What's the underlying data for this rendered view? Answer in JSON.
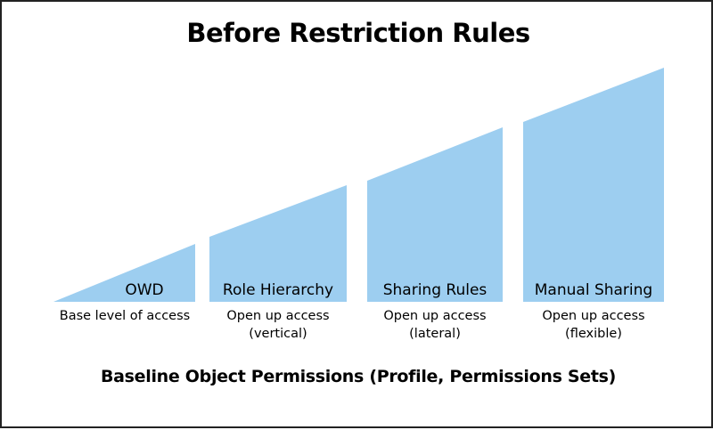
{
  "title": "Before Restriction Rules",
  "fill_color": "#9dcef0",
  "steps": [
    {
      "label": "OWD",
      "description": [
        "Base level of access"
      ]
    },
    {
      "label": "Role Hierarchy",
      "description": [
        "Open up access",
        "(vertical)"
      ]
    },
    {
      "label": "Sharing Rules",
      "description": [
        "Open up access",
        "(lateral)"
      ]
    },
    {
      "label": "Manual Sharing",
      "description": [
        "Open up access",
        "(flexible)"
      ]
    }
  ],
  "baseline": "Baseline Object Permissions (Profile, Permissions Sets)"
}
